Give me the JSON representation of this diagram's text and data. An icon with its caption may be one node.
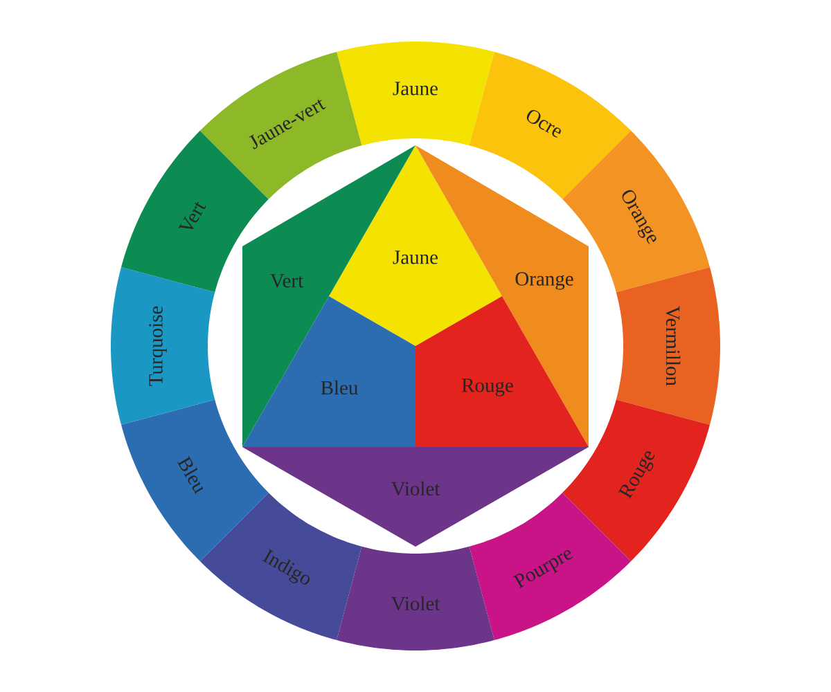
{
  "diagram": {
    "nodes": [
      {
        "text": [
          "Jaune"
        ]
      },
      {
        "text": [
          "Ocre"
        ]
      },
      {
        "text": [
          "Orange"
        ]
      },
      {
        "text": [
          "Vermillon"
        ]
      },
      {
        "text": [
          "Rouge"
        ]
      },
      {
        "text": [
          "Pourpre"
        ]
      },
      {
        "text": [
          "Violet"
        ]
      },
      {
        "text": [
          "Indigo"
        ]
      },
      {
        "text": [
          "Bleu"
        ]
      },
      {
        "text": [
          "Turquoise"
        ]
      },
      {
        "text": [
          "Vert"
        ]
      },
      {
        "text": [
          "Jaune-vert"
        ]
      },
      {
        "text": [
          "Jaune"
        ]
      },
      {
        "text": [
          "Vert"
        ]
      },
      {
        "text": [
          "Orange"
        ]
      },
      {
        "text": [
          "Bleu"
        ]
      },
      {
        "text": [
          "Rouge"
        ]
      },
      {
        "text": [
          "Violet"
        ]
      }
    ]
  }
}
